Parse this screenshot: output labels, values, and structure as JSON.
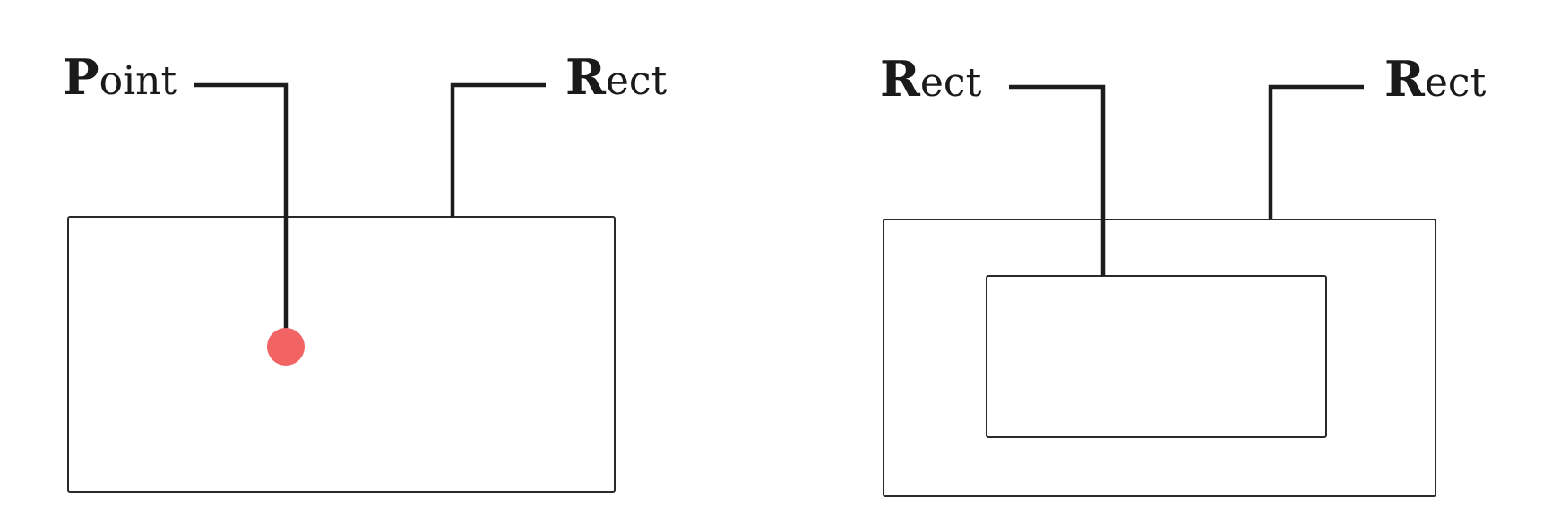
{
  "left_diagram": {
    "point_label": {
      "initial": "P",
      "rest": "oint"
    },
    "rect_label": {
      "initial": "R",
      "rest": "ect"
    }
  },
  "right_diagram": {
    "inner_rect_label": {
      "initial": "R",
      "rest": "ect"
    },
    "outer_rect_label": {
      "initial": "R",
      "rest": "ect"
    }
  },
  "colors": {
    "point_fill": "#f26464",
    "line": "#1c1c1c"
  }
}
